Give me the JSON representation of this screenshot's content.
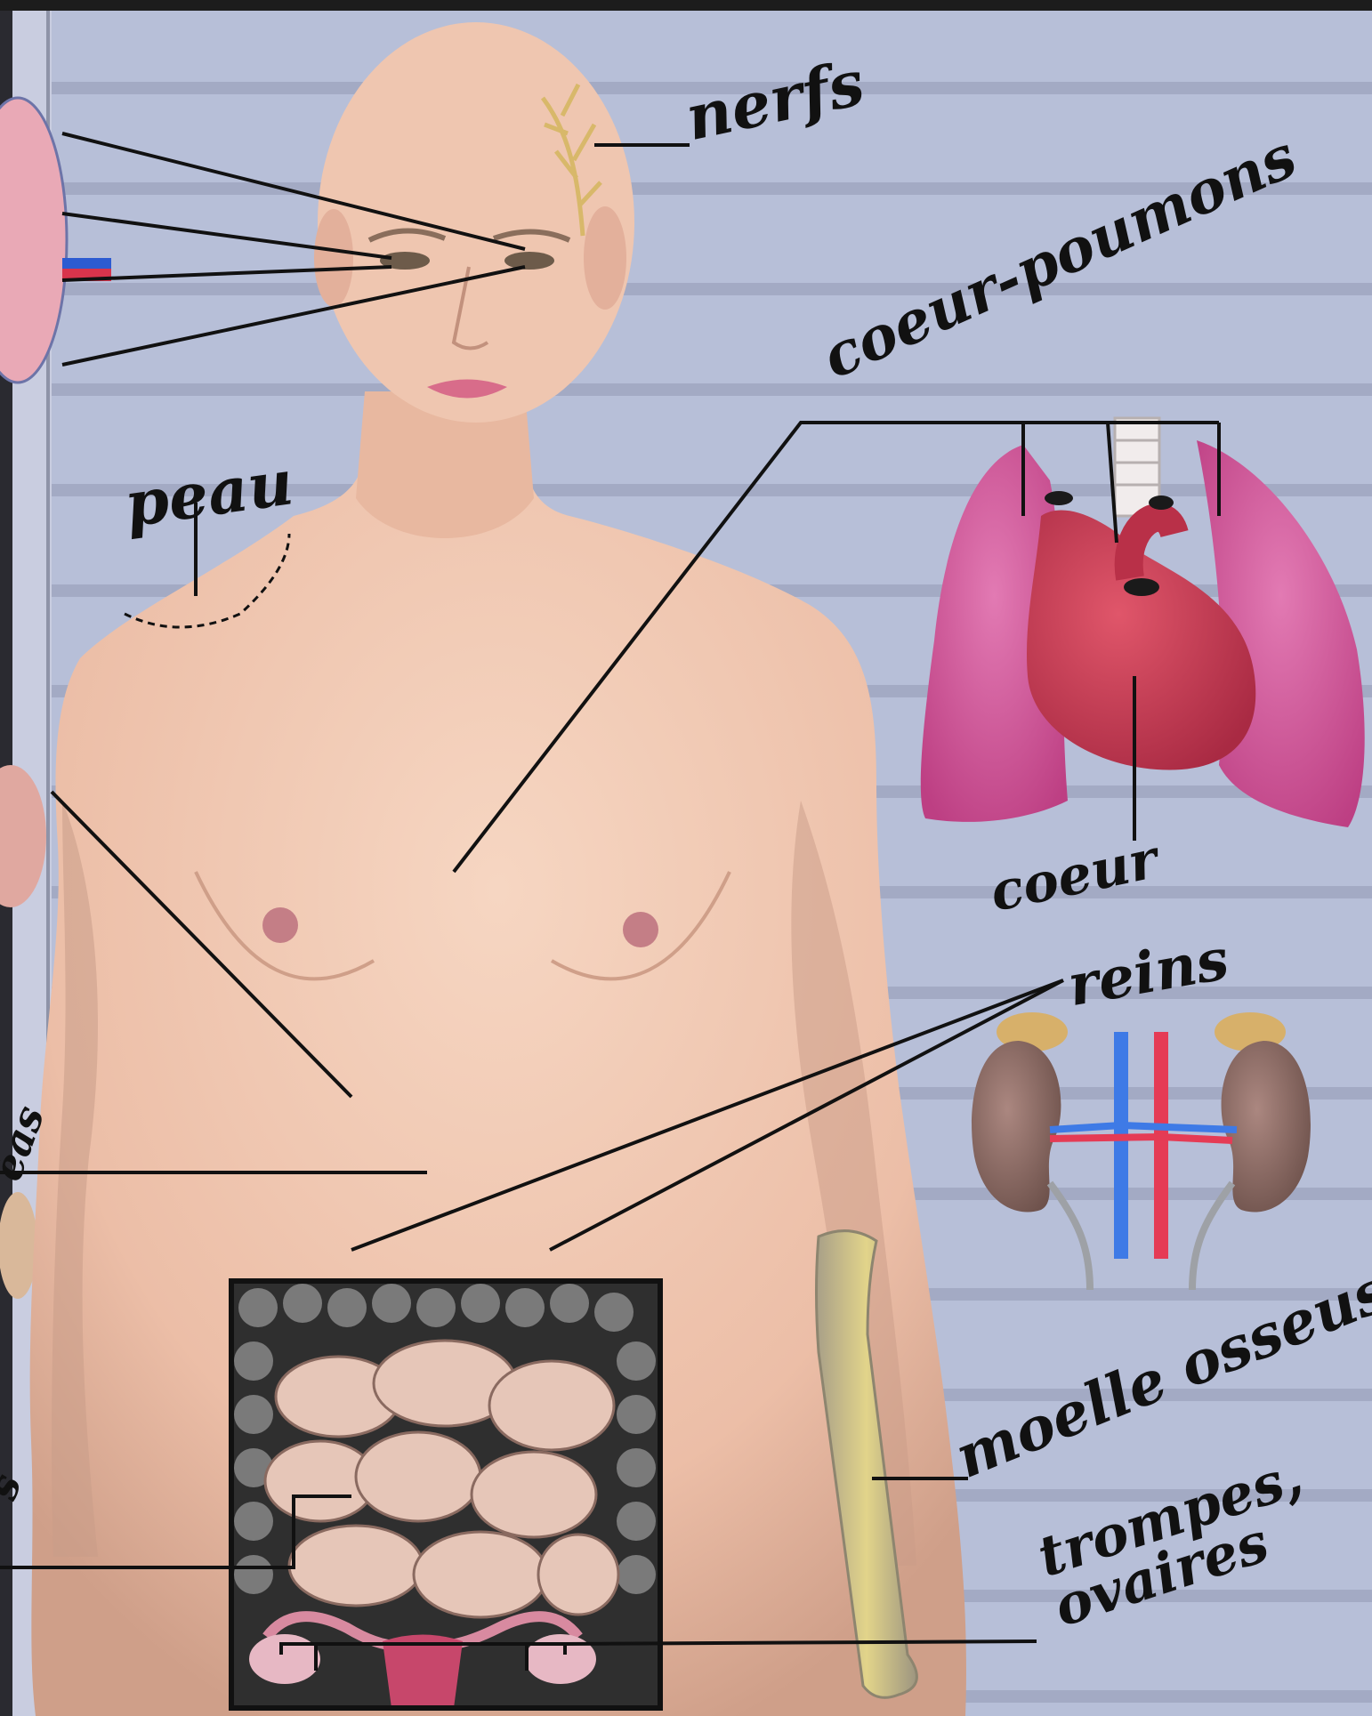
{
  "labels": {
    "nerfs": "nerfs",
    "coeur_poumons": "coeur-poumons",
    "peau": "peau",
    "coeur": "coeur",
    "reins": "reins",
    "moelle_osseuse": "moelle osseuse",
    "trompes_line1": "trompes,",
    "trompes_line2": "ovaires",
    "edge_left_1": "éas",
    "edge_left_2": "s"
  },
  "colors": {
    "background": "#b7bfd8",
    "stripe": "#a3aac4",
    "skin": "#eec2ab",
    "skin_shadow": "#c99c88",
    "lung": "#d15a97",
    "heart": "#c7344f",
    "kidney": "#8c6b63",
    "artery": "#e53b55",
    "vein": "#3e7ae6",
    "intestine": "#e6c6b8",
    "colon": "#3a3a3a",
    "bone_marrow": "#d6c46a",
    "leader_line": "#111111"
  }
}
